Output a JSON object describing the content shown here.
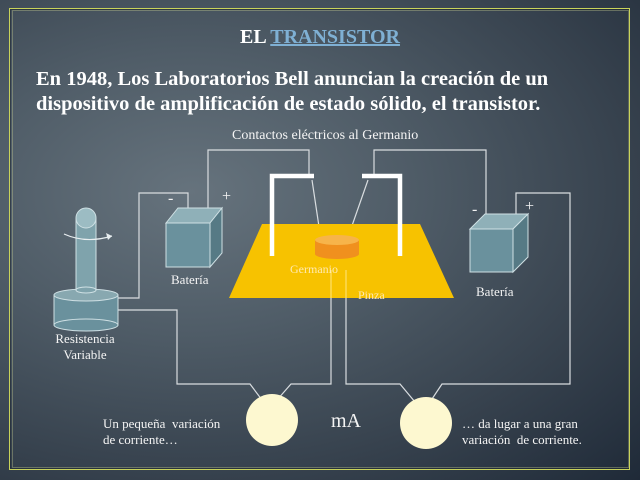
{
  "slide": {
    "title_prefix": "EL",
    "title_link": "TRANSISTOR",
    "subtitle": "En 1948, Los Laboratorios Bell anuncian la creación de un dispositivo de amplificación de estado sólido, el transistor."
  },
  "diagram": {
    "contacts_label": "Contactos eléctricos al Germanio",
    "germanium_label": "Germanio",
    "clamp_label": "Pinza",
    "battery_left": {
      "label": "Batería",
      "minus": "-",
      "plus": "+"
    },
    "battery_right": {
      "label": "Batería",
      "minus": "-",
      "plus": "+"
    },
    "resistor_label_line1": "Resistencia",
    "resistor_label_line2": "Variable",
    "meter_unit": "mA",
    "left_caption_line1": "Un pequeña  variación",
    "left_caption_line2": "de corriente…",
    "right_caption_line1": "… da lugar a una gran",
    "right_caption_line2": "variación  de corriente."
  },
  "colors": {
    "title_link": "#7fb0d4",
    "platform": "#f7c200",
    "germanium_top": "#f7b44a",
    "germanium_side": "#f0901e",
    "battery_face": "#6a919d",
    "meter_fill": "#fdf8d0",
    "frame": "#c9d35a"
  }
}
